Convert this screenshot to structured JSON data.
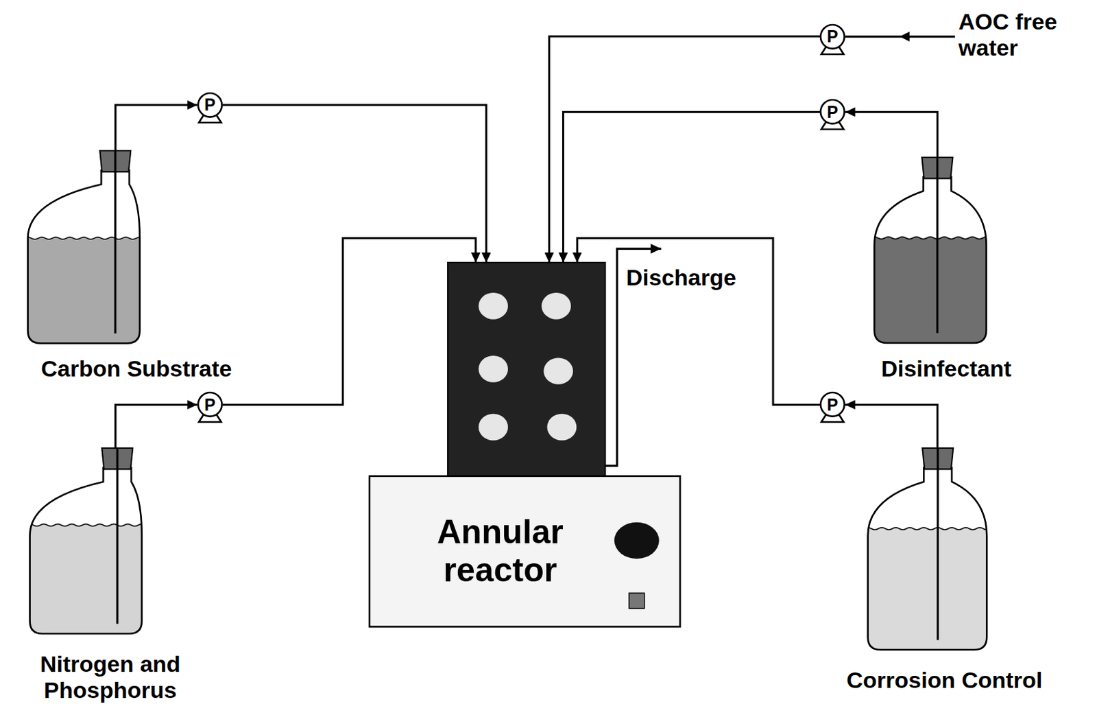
{
  "diagram": {
    "nodes": [
      {
        "text": [
          "Carbon Substrate"
        ]
      },
      {
        "text": [
          "P"
        ]
      },
      {
        "text": [
          "P"
        ]
      },
      {
        "text": [
          "P"
        ]
      },
      {
        "text": [
          "Disinfectant"
        ]
      },
      {
        "text": [
          "Annular reactor"
        ]
      },
      {
        "text": [
          "Nitrogen and Phosphorus"
        ]
      },
      {
        "text": [
          "P"
        ]
      },
      {
        "text": [
          "P"
        ]
      },
      {
        "text": [
          "Corrosion Control"
        ]
      }
    ],
    "edges": [
      {
        "from": 0,
        "to": 1,
        "arrow": "to"
      },
      {
        "from": 1,
        "to": 5,
        "arrow": "to"
      },
      {
        "from": 6,
        "to": 7,
        "arrow": "to"
      },
      {
        "from": 7,
        "to": 5,
        "arrow": "to"
      },
      {
        "from": 2,
        "to": 5,
        "arrow": "to"
      },
      {
        "from": 4,
        "to": 3,
        "arrow": "to"
      },
      {
        "from": 3,
        "to": 5,
        "arrow": "to"
      },
      {
        "from": 9,
        "to": 8,
        "arrow": "to"
      },
      {
        "from": 8,
        "to": 5,
        "arrow": "to"
      }
    ],
    "labels": [
      "AOC free water",
      "Discharge"
    ]
  }
}
